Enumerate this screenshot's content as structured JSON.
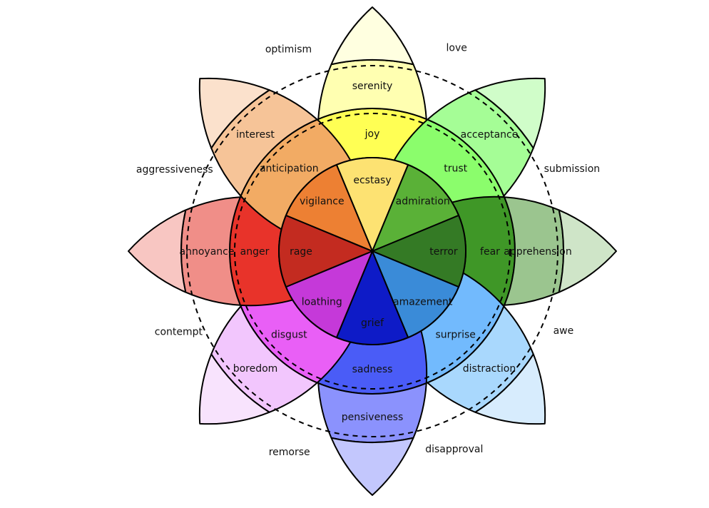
{
  "petals": [
    {
      "direction": "up",
      "labels": [
        "ecstasy",
        "joy",
        "serenity"
      ],
      "colors": [
        "#fde272",
        "#ffff54",
        "#ffffb1",
        "#ffffe0"
      ]
    },
    {
      "direction": "up-right",
      "labels": [
        "admiration",
        "trust",
        "acceptance"
      ],
      "colors": [
        "#5ab137",
        "#8bfd6c",
        "#a5fd96",
        "#d0fdc9"
      ]
    },
    {
      "direction": "right",
      "labels": [
        "terror",
        "fear",
        "apprehension"
      ],
      "colors": [
        "#347a25",
        "#3f9727",
        "#9bc58f",
        "#cfe5c8"
      ]
    },
    {
      "direction": "down-right",
      "labels": [
        "amazement",
        "surprise",
        "distraction"
      ],
      "colors": [
        "#3a8bd8",
        "#72bafd",
        "#a9d8fd",
        "#d7ecfd"
      ]
    },
    {
      "direction": "down",
      "labels": [
        "grief",
        "sadness",
        "pensiveness"
      ],
      "colors": [
        "#0e1bc7",
        "#4a5cf7",
        "#8b92fd",
        "#c3c7fd"
      ]
    },
    {
      "direction": "down-left",
      "labels": [
        "loathing",
        "disgust",
        "boredom"
      ],
      "colors": [
        "#c539d9",
        "#e95ff6",
        "#f2c6fd",
        "#f8e3fd"
      ]
    },
    {
      "direction": "left",
      "labels": [
        "rage",
        "anger",
        "annoyance"
      ],
      "colors": [
        "#c32b20",
        "#e8332a",
        "#f08e88",
        "#f8c6c2"
      ]
    },
    {
      "direction": "up-left",
      "labels": [
        "vigilance",
        "anticipation",
        "interest"
      ],
      "colors": [
        "#ed8033",
        "#f2ab64",
        "#f6c498",
        "#fbe1cc"
      ]
    }
  ],
  "dyads": [
    "love",
    "submission",
    "awe",
    "disapproval",
    "remorse",
    "contempt",
    "aggressiveness",
    "optimism"
  ]
}
